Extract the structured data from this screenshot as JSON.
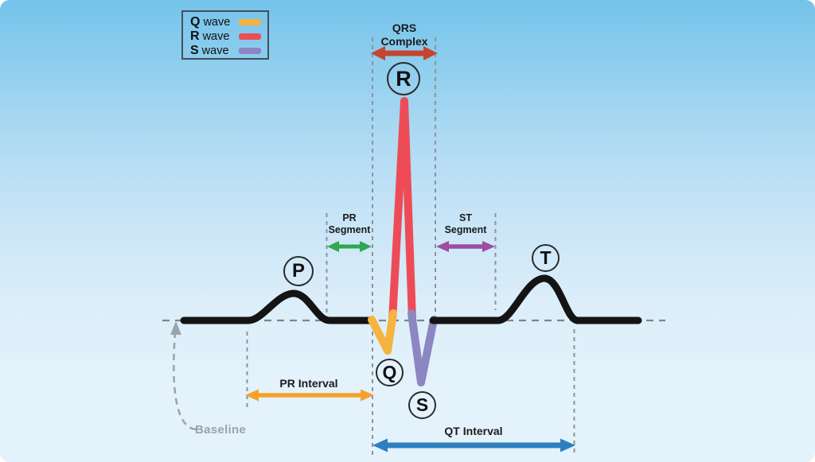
{
  "legend": {
    "items": [
      {
        "letter": "Q",
        "word": "wave",
        "color": "#F5B43F"
      },
      {
        "letter": "R",
        "word": "wave",
        "color": "#ED4C57"
      },
      {
        "letter": "S",
        "word": "wave",
        "color": "#8C86C3"
      }
    ]
  },
  "wave_markers": {
    "p": "P",
    "q": "Q",
    "r": "R",
    "s": "S",
    "t": "T"
  },
  "annotations": {
    "qrs_complex": {
      "line1": "QRS",
      "line2": "Complex",
      "arrow_color": "#C64530"
    },
    "pr_segment": {
      "line1": "PR",
      "line2": "Segment",
      "arrow_color": "#2FA84F"
    },
    "st_segment": {
      "line1": "ST",
      "line2": "Segment",
      "arrow_color": "#9C4EA0"
    },
    "pr_interval": {
      "label": "PR Interval",
      "arrow_color": "#F6A129"
    },
    "qt_interval": {
      "label": "QT Interval",
      "arrow_color": "#2E7EC0"
    },
    "baseline": {
      "label": "Baseline",
      "color": "#9BA3AB"
    }
  },
  "trace": {
    "black": "#141414",
    "q_color": "#F5B43F",
    "r_color": "#ED4C57",
    "s_color": "#8C86C3"
  },
  "background": {
    "top": "#74C3EA",
    "bottom": "#E4F2FB"
  }
}
